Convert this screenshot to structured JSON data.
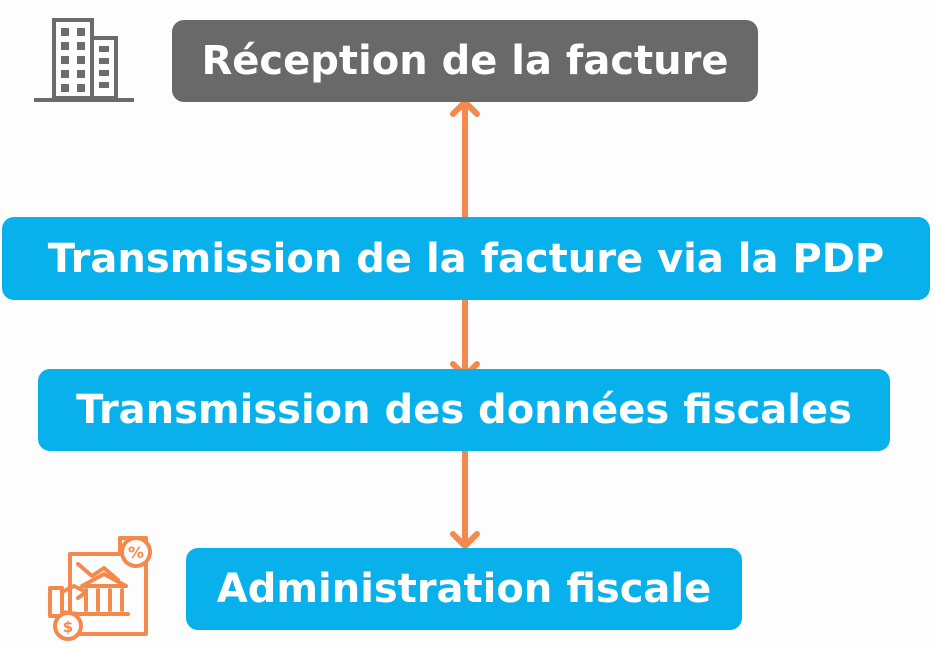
{
  "colors": {
    "reception_box": "#696969",
    "flow_box": "#09b1ec",
    "arrow": "#f4894e",
    "building_icon": "#6b6b6b",
    "tax_icon": "#f4894e"
  },
  "steps": {
    "reception": "Réception de la facture",
    "pdp_transmission": "Transmission de la facture via la PDP",
    "fiscal_data_transmission": "Transmission des données fiscales",
    "tax_administration": "Administration fiscale"
  },
  "icons": {
    "top_left": "building-icon",
    "bottom_left": "tax-administration-icon",
    "tax_badge_symbol": "%",
    "coin_symbol": "$"
  }
}
